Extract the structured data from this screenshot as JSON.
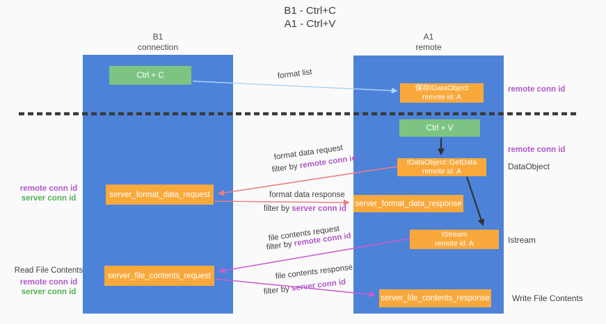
{
  "title": {
    "line1": "B1 - Ctrl+C",
    "line2": "A1 - Ctrl+V"
  },
  "columns": {
    "left": {
      "name": "B1",
      "role": "connection"
    },
    "right": {
      "name": "A1",
      "role": "remote"
    }
  },
  "nodes": {
    "ctrl_c": {
      "label": "Ctrl + C"
    },
    "save_dataobject": {
      "line1": "保存IDataObject",
      "line2": "remote id: A"
    },
    "ctrl_v": {
      "label": "Ctrl + V"
    },
    "getdata": {
      "line1": "IDataObject::GetData",
      "line2": "remote id: A"
    },
    "format_request": {
      "label": "server_format_data_request"
    },
    "format_response": {
      "label": "server_format_data_response"
    },
    "istream": {
      "line1": "IStream",
      "line2": "remote id: A"
    },
    "file_request": {
      "label": "server_file_contents_request"
    },
    "file_response": {
      "label": "server_file_contents_response"
    }
  },
  "annotations": {
    "format_list": "format list",
    "format_data_request": "format data request",
    "format_data_response": "format data response",
    "file_contents_request": "file contents request",
    "file_contents_response": "file contents response",
    "filter_by": "filter by",
    "remote_conn_id": "remote conn id",
    "server_conn_id": "server conn id"
  },
  "side_labels": {
    "right_remote_conn_id_top": "remote conn id",
    "right_remote_conn_id_mid": "remote conn id",
    "data_object": "DataObject",
    "istream": "Istream",
    "write_file_contents": "Write File Contents",
    "left_remote_conn_id_mid": "remote conn id",
    "left_server_conn_id_mid": "server conn id",
    "read_file_contents": "Read File Contents",
    "left_remote_conn_id_bottom": "remote conn id",
    "left_server_conn_id_bottom": "server conn id"
  },
  "colors": {
    "column_blue": "#4d82d9",
    "box_orange": "#f9a93c",
    "box_green": "#7dc483",
    "arrow_light_blue": "#aad4f5",
    "arrow_salmon": "#ee7e7e",
    "arrow_magenta": "#cd5ece",
    "arrow_black": "#333333",
    "divider_dark": "#3a3a3a",
    "label_purple": "#b058c8",
    "label_green": "#53b156"
  }
}
